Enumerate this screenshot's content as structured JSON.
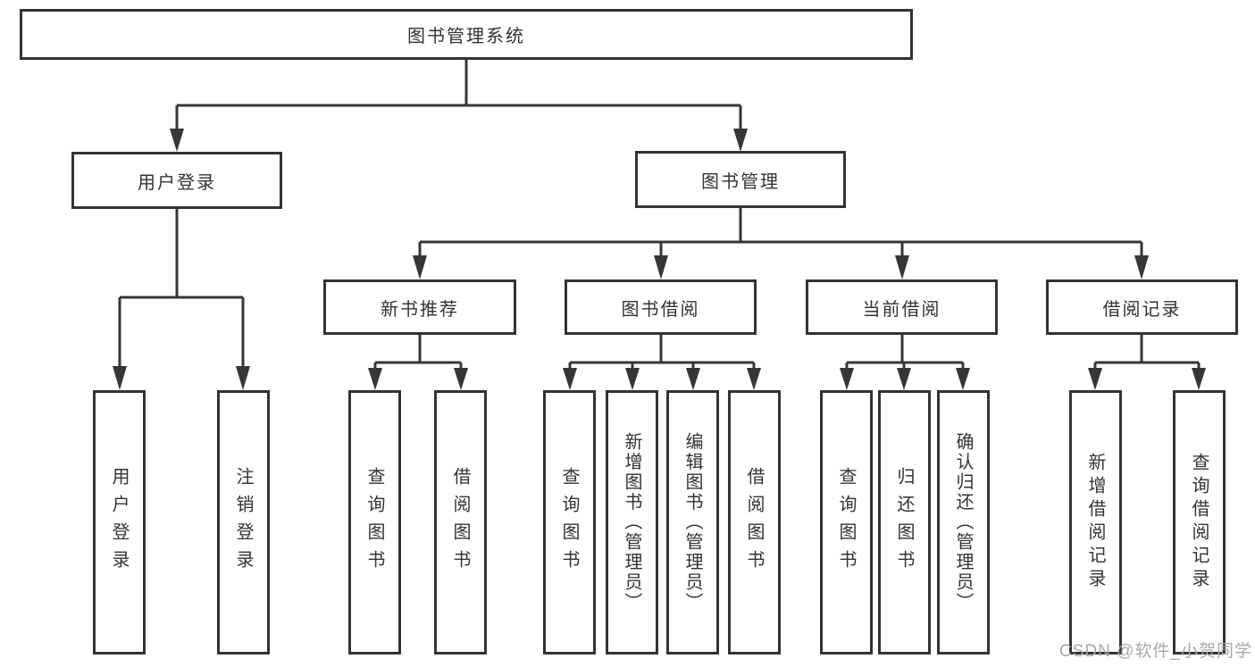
{
  "diagram": {
    "type": "hierarchy-tree",
    "colors": {
      "line": "#363636",
      "box_border": "#333333",
      "box_fill": "#ffffff",
      "text": "#333333",
      "watermark": "#a8a8a8"
    },
    "tree": {
      "label": "图书管理系统",
      "children": [
        {
          "label": "用户登录",
          "children": [
            {
              "label": "用户登录"
            },
            {
              "label": "注销登录"
            }
          ]
        },
        {
          "label": "图书管理",
          "children": [
            {
              "label": "新书推荐",
              "children": [
                {
                  "label": "查询图书"
                },
                {
                  "label": "借阅图书"
                }
              ]
            },
            {
              "label": "图书借阅",
              "children": [
                {
                  "label": "查询图书"
                },
                {
                  "label": "新增图书（管理员）"
                },
                {
                  "label": "编辑图书（管理员）"
                },
                {
                  "label": "借阅图书"
                }
              ]
            },
            {
              "label": "当前借阅",
              "children": [
                {
                  "label": "查询图书"
                },
                {
                  "label": "归还图书"
                },
                {
                  "label": "确认归还（管理员）"
                }
              ]
            },
            {
              "label": "借阅记录",
              "children": [
                {
                  "label": "新增借阅记录"
                },
                {
                  "label": "查询借阅记录"
                }
              ]
            }
          ]
        }
      ]
    },
    "watermark": {
      "text": "CSDN @软件_小贺同学"
    }
  }
}
